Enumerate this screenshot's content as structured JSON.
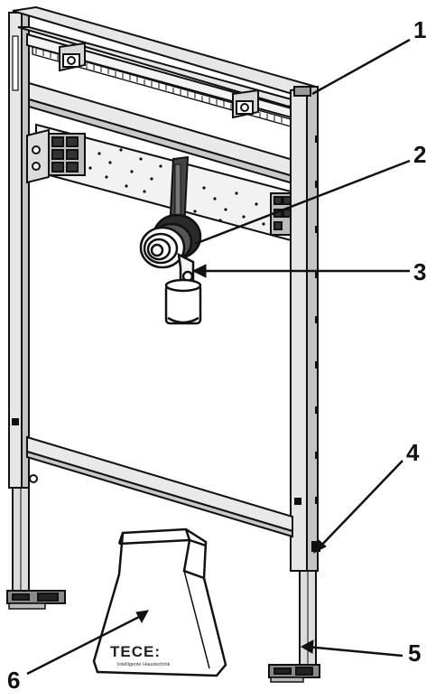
{
  "diagram": {
    "callouts": [
      {
        "id": "1",
        "label": "1"
      },
      {
        "id": "2",
        "label": "2"
      },
      {
        "id": "3",
        "label": "3"
      },
      {
        "id": "4",
        "label": "4"
      },
      {
        "id": "5",
        "label": "5"
      },
      {
        "id": "6",
        "label": "6"
      }
    ],
    "bag": {
      "brand": "TECE:",
      "tagline": "Intelligente Haustechnik"
    },
    "colors": {
      "line": "#111111",
      "steel": "#e6e6e6",
      "steel_dark": "#b9b9b9",
      "background": "#ffffff"
    }
  }
}
